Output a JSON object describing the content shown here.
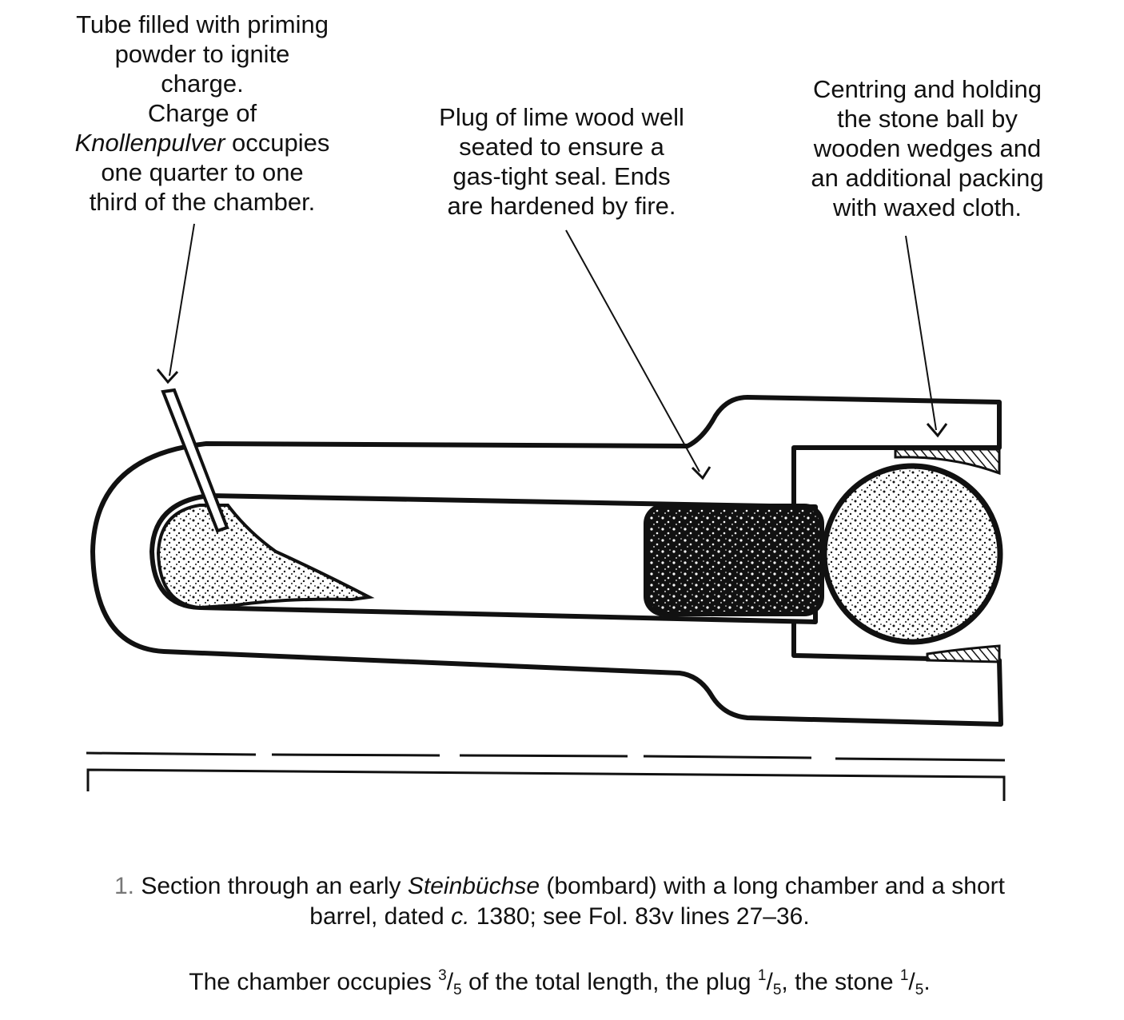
{
  "labels": {
    "priming": {
      "lines": [
        "Tube filled with priming",
        "powder to ignite",
        "charge.",
        "Charge of"
      ],
      "italic_word": "Knollenpulver",
      "after_italic": " occupies",
      "lines_after": [
        "one quarter to one",
        "third of the chamber."
      ]
    },
    "plug": {
      "lines": [
        "Plug of lime wood well",
        "seated to ensure a",
        "gas-tight seal. Ends",
        "are hardened by fire."
      ]
    },
    "centring": {
      "lines": [
        "Centring and holding",
        "the stone ball by",
        "wooden wedges and",
        "an additional packing",
        "with waxed cloth."
      ]
    }
  },
  "caption": {
    "number": "1.",
    "part1": " Section through an early ",
    "italic1": "Steinbüchse",
    "part2": " (bombard) with a long chamber and a short",
    "line2_part1": "barrel, dated ",
    "italic2": "c.",
    "line2_part2": " 1380; see Fol. 83v lines 27–36."
  },
  "proportion": {
    "prefix": "The chamber occupies ",
    "chamber_num": "3",
    "chamber_den": "5",
    "mid1": " of the total length, the plug ",
    "plug_num": "1",
    "plug_den": "5",
    "mid2": ", the stone ",
    "stone_num": "1",
    "stone_den": "5",
    "suffix": "."
  }
}
